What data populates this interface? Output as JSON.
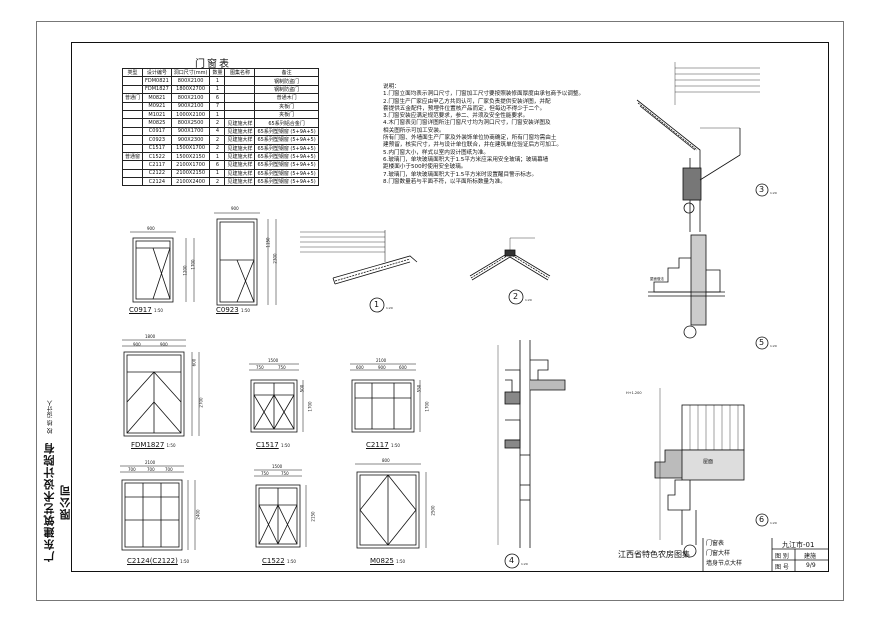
{
  "company": "广东建筑艺术设计院有限公司",
  "side_labels": [
    "设计人",
    "校 核"
  ],
  "door_window_table": {
    "title": "门窗表",
    "headers": [
      "类型",
      "设计编号",
      "洞口尺寸(mm)",
      "数量",
      "图集名称",
      "备注"
    ],
    "rows": [
      [
        "",
        "FDM0821",
        "800X2100",
        "1",
        "",
        "钢制防盗门"
      ],
      [
        "",
        "FDM1827",
        "1800X2700",
        "1",
        "",
        "钢制防盗门"
      ],
      [
        "普通门",
        "M0821",
        "800X2100",
        "6",
        "",
        "普通木门"
      ],
      [
        "",
        "M0921",
        "900X2100",
        "7",
        "",
        "夹板门"
      ],
      [
        "",
        "M1021",
        "1000X2100",
        "1",
        "",
        "夹板门"
      ],
      [
        "",
        "M0825",
        "800X2500",
        "2",
        "见建施大样",
        "65系列铝合金门"
      ],
      [
        "",
        "C0917",
        "900X1700",
        "4",
        "见建施大样",
        "65系列塑钢窗 (5+9A+5)"
      ],
      [
        "",
        "C0923",
        "900X2300",
        "2",
        "见建施大样",
        "65系列塑钢窗 (5+9A+5)"
      ],
      [
        "",
        "C1517",
        "1500X1700",
        "2",
        "见建施大样",
        "65系列塑钢窗 (5+9A+5)"
      ],
      [
        "普通窗",
        "C1522",
        "1500X2150",
        "1",
        "见建施大样",
        "65系列塑钢窗 (5+9A+5)"
      ],
      [
        "",
        "C2117",
        "2100X1700",
        "6",
        "见建施大样",
        "65系列塑钢窗 (5+9A+5)"
      ],
      [
        "",
        "C2122",
        "2100X2150",
        "1",
        "见建施大样",
        "65系列塑钢窗 (5+9A+5)"
      ],
      [
        "",
        "C2124",
        "2100X2400",
        "2",
        "见建施大样",
        "65系列塑钢窗 (5+9A+5)"
      ]
    ]
  },
  "notes": [
    "说明：",
    "1.门窗立面均表示洞口尺寸，门窗加工尺寸要按照装修面厚度由承包商予以调整。",
    "2.门窗生产厂家应由甲乙方共同认可，厂家负责提供安装详图，并配",
    "  套提供五金配件，预埋件位置核产品而定，但每边不得少于二个。",
    "3.门窗安装应满足规范要求，参二、并须及安全性能要求。",
    "4.木门窗表见门窗详图所注门窗尺寸均为洞口尺寸，门窗安装详图及",
    "  相关图所示可加工安装。",
    "所有门窗、外墙面生产厂家及外装饰单位协商确定，所有门窗均需由土",
    "建预留，核实尺寸，并与设计单位联合，并在建筑单位验证后方可加工。",
    "5.内门窗大小，样式以室内设计图纸为准。",
    "6.玻璃门，单块玻璃面积大于1.5平方米应采用安全玻璃；玻璃幕墙",
    "  距楼面小于500时使用安全玻璃。",
    "7.玻璃门，单块玻璃面积大于1.5平方米时设置醒目警示标志。",
    "8.门窗数量若与平面不符，以平面所标数量为准。"
  ],
  "elevations": [
    {
      "label": "C0917",
      "scale": "1:50"
    },
    {
      "label": "C0923",
      "scale": "1:50"
    },
    {
      "label": "FDM1827",
      "scale": "1:50"
    },
    {
      "label": "C1517",
      "scale": "1:50"
    },
    {
      "label": "C2117",
      "scale": "1:50"
    },
    {
      "label": "C2124(C2122)",
      "scale": "1:50"
    },
    {
      "label": "C1522",
      "scale": "1:50"
    },
    {
      "label": "M0825",
      "scale": "1:50"
    }
  ],
  "dims": {
    "c0917_w": "900",
    "c0917_h1": "1200",
    "c0917_h2": "1700",
    "c0923_w": "900",
    "c0923_h1": "1150",
    "c0923_h2": "2300",
    "fdm_w": "1800",
    "fdm_w1": "900",
    "fdm_w2": "900",
    "fdm_h1": "600",
    "fdm_h2": "2700",
    "c1517_w": "1500",
    "c1517_w1": "750",
    "c1517_w2": "750",
    "c1517_h1": "500",
    "c1517_h2": "1700",
    "c2117_w": "2100",
    "c2117_w1": "600",
    "c2117_w2": "900",
    "c2117_w3": "600",
    "c2117_h1": "550",
    "c2117_h2": "1700",
    "c2124_w": "2100",
    "c2124_w1": "700",
    "c2124_w2": "700",
    "c2124_w3": "700",
    "c2124_h": "2400",
    "c1522_w": "1500",
    "c1522_w1": "750",
    "c1522_w2": "750",
    "c1522_h": "2150",
    "m0825_w": "800",
    "m0825_h": "2500"
  },
  "details": [
    {
      "num": "1",
      "scale": "1:20"
    },
    {
      "num": "2",
      "scale": "1:20"
    },
    {
      "num": "3",
      "scale": "1:20"
    },
    {
      "num": "4",
      "scale": "1:20"
    },
    {
      "num": "5",
      "scale": "1:20"
    },
    {
      "num": "6",
      "scale": "1:20"
    }
  ],
  "title_block": {
    "project": "江西省特色农房图集",
    "drawing_content": [
      "门窗表",
      "门窗大样",
      "墙身节点大样"
    ],
    "code": "九江市-01",
    "label_category": "图 别",
    "category": "建施",
    "label_number": "图 号",
    "number": "9/9"
  },
  "detail_texts": {
    "d5_label": "屋面做法",
    "d6_label": "屋面",
    "d6_elev": "H+1.200"
  }
}
